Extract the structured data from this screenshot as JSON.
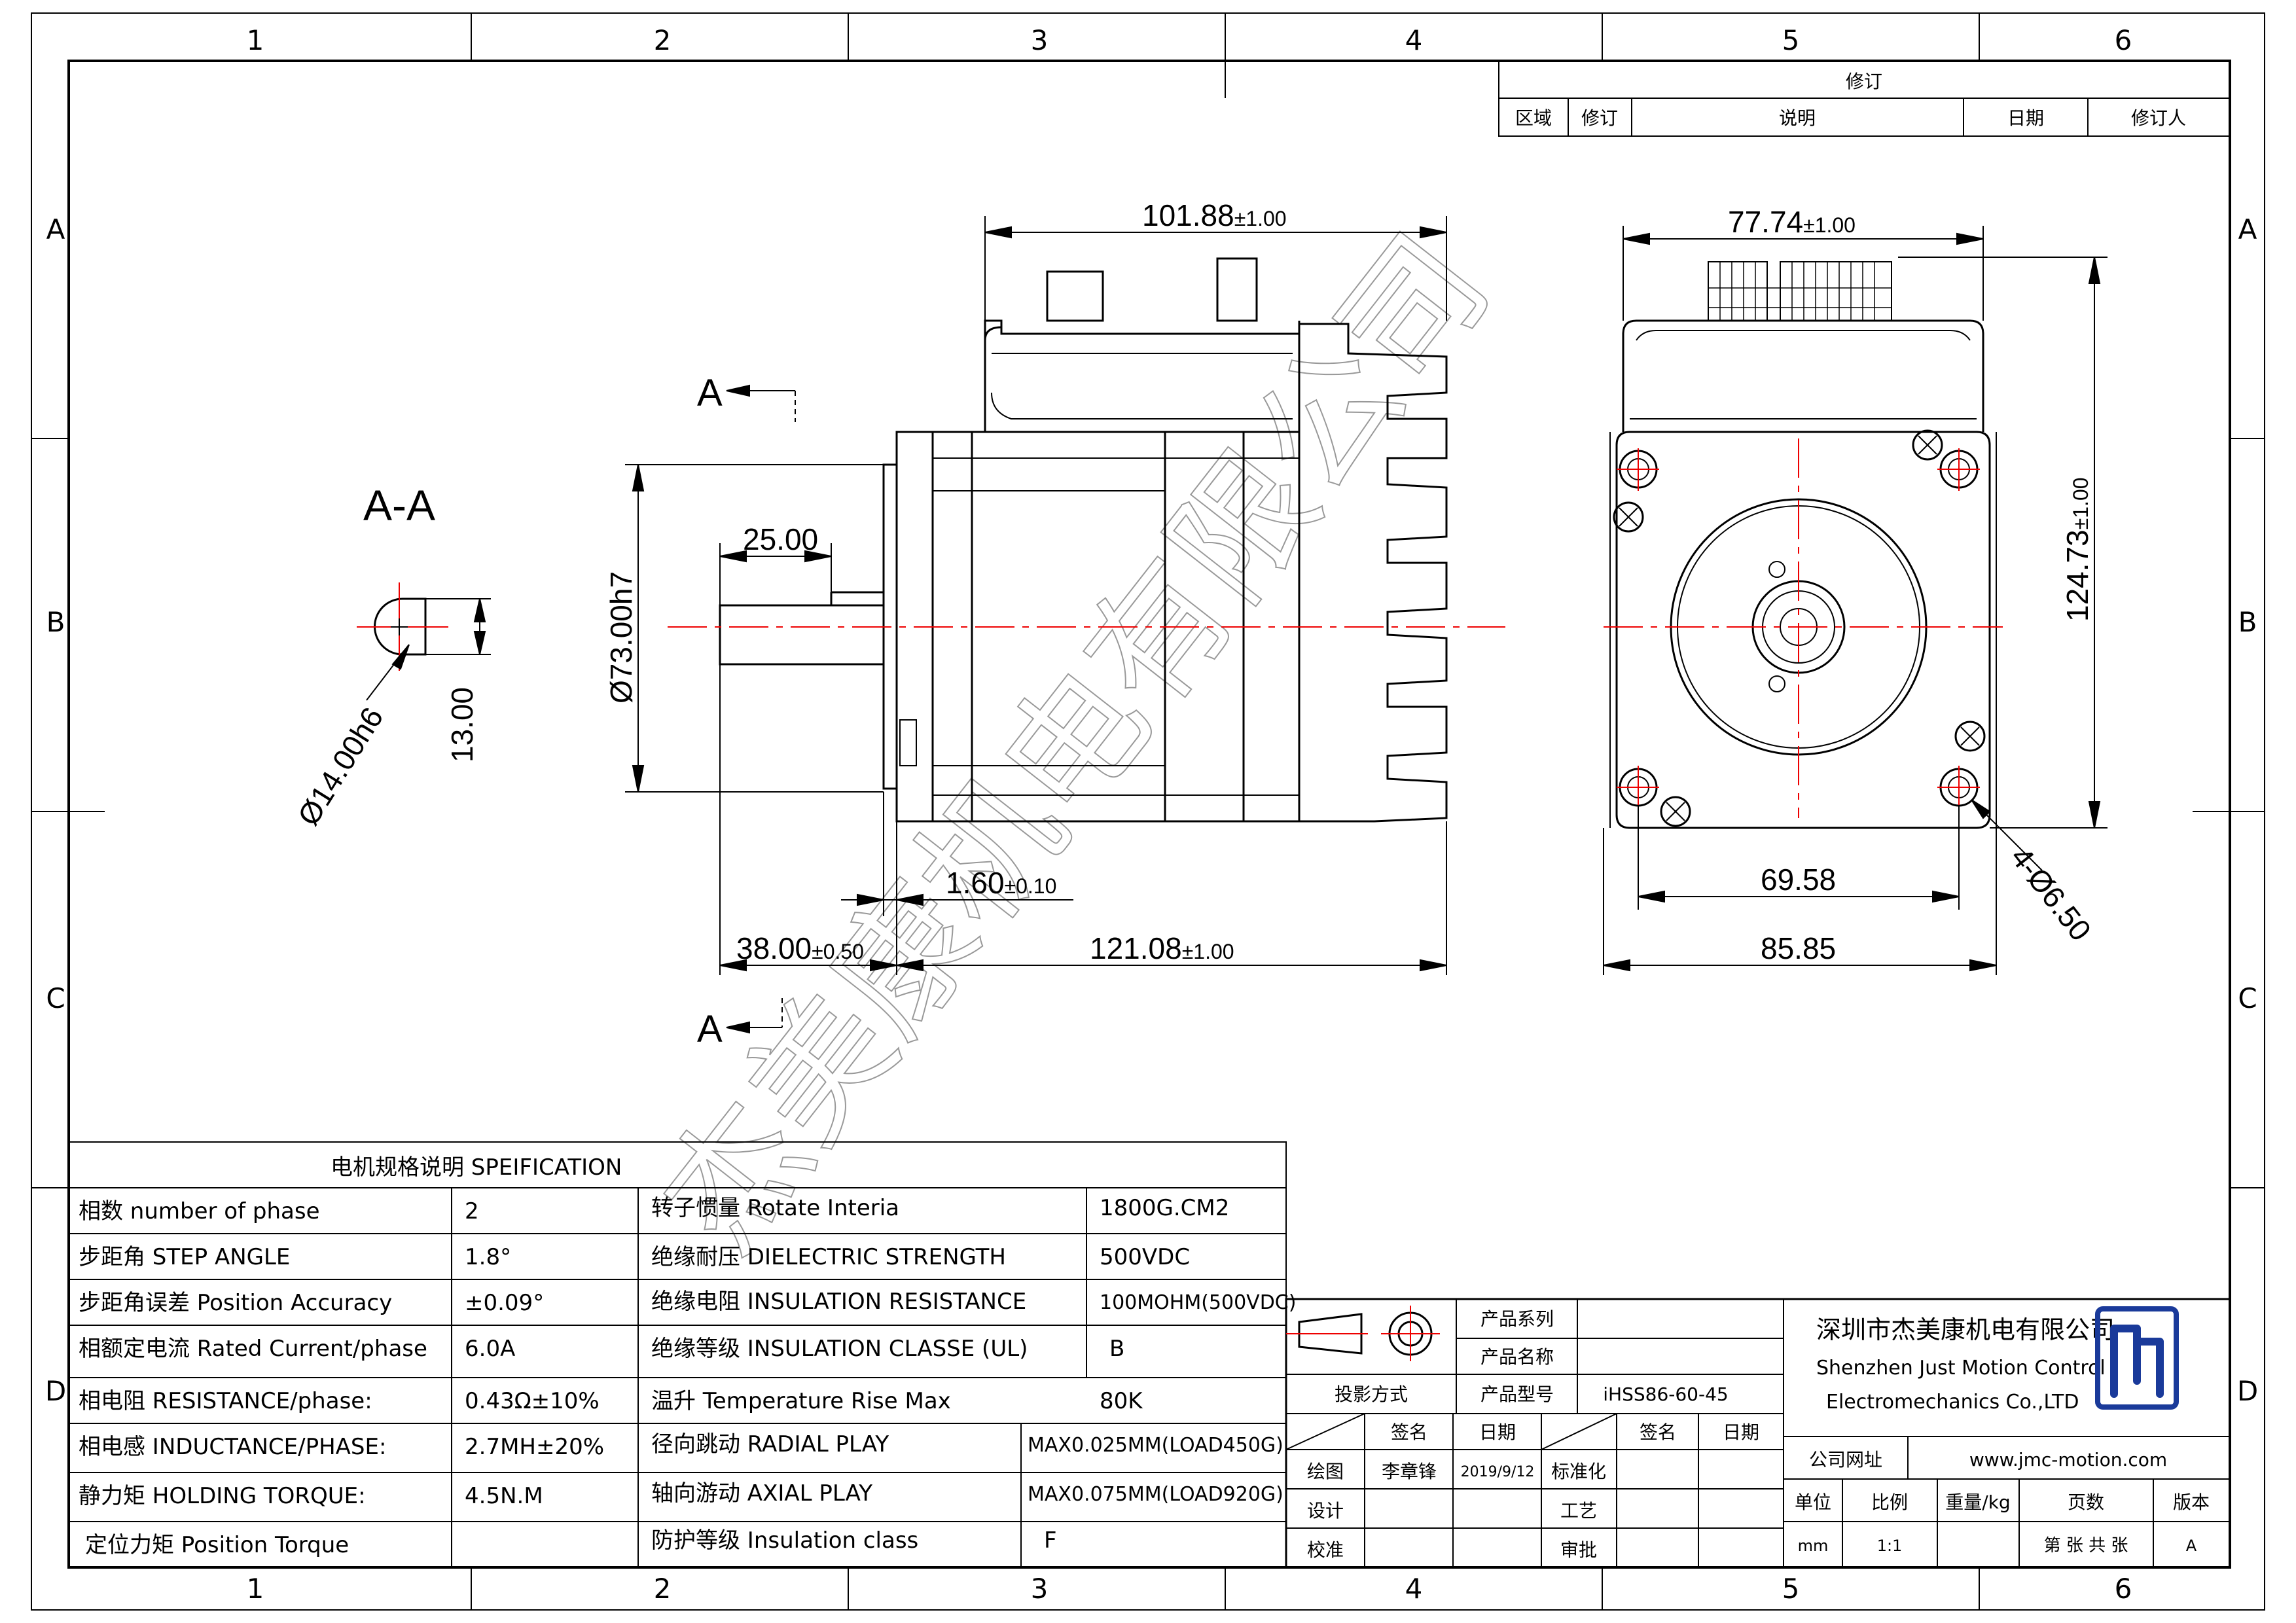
{
  "sheet": {
    "zones_h": [
      "1",
      "2",
      "3",
      "4",
      "5",
      "6"
    ],
    "zones_v": [
      "A",
      "B",
      "C",
      "D"
    ]
  },
  "revision": {
    "title": "修订",
    "headers": [
      "区域",
      "修订",
      "说明",
      "日期",
      "修订人"
    ]
  },
  "front_view": {
    "top_length": "101.88",
    "top_length_tol": "±1.00",
    "shaft_flat": "25.00",
    "flange_dia": "Ø73.00h7",
    "flange_thk": "1.60",
    "flange_thk_tol": "±0.10",
    "shaft_len": "38.00",
    "shaft_len_tol": "±0.50",
    "body_len": "121.08",
    "body_len_tol": "±1.00",
    "section_marker": "A"
  },
  "section_view": {
    "title": "A-A",
    "shaft_dia": "Ø14.00h6",
    "flat_height": "13.00"
  },
  "side_view": {
    "width_top": "77.74",
    "width_top_tol": "±1.00",
    "height": "124.73",
    "height_tol": "±1.00",
    "hole_spacing": "69.58",
    "flange_width": "85.85",
    "holes": "4-Ø6.50"
  },
  "watermark": "杰美康机电有限公司",
  "spec_table": {
    "title": "电机规格说明 SPEIFICATION",
    "rows": [
      {
        "l_label": "相数 number of phase",
        "l_value": "2",
        "r_label": "转子惯量 Rotate Interia",
        "r_value": "1800G.CM2"
      },
      {
        "l_label": "步距角 STEP ANGLE",
        "l_value": "1.8°",
        "r_label": "绝缘耐压 DIELECTRIC STRENGTH",
        "r_value": "500VDC"
      },
      {
        "l_label": "步距角误差 Position Accuracy",
        "l_value": "±0.09°",
        "r_label": "绝缘电阻 INSULATION RESISTANCE",
        "r_value": "100MOHM(500VDC)"
      },
      {
        "l_label": "相额定电流 Rated Current/phase",
        "l_value": "6.0A",
        "r_label": "绝缘等级 INSULATION CLASSE (UL)",
        "r_value": "B"
      },
      {
        "l_label": "相电阻 RESISTANCE/phase:",
        "l_value": "0.43Ω±10%",
        "r_label": "温升 Temperature Rise Max",
        "r_value": "80K"
      },
      {
        "l_label": "相电感 INDUCTANCE/PHASE:",
        "l_value": "2.7MH±20%",
        "r_label": "径向跳动 RADIAL PLAY",
        "r_value": "MAX0.025MM(LOAD450G)"
      },
      {
        "l_label": "静力矩 HOLDING TORQUE:",
        "l_value": "4.5N.M",
        "r_label": "轴向游动 AXIAL PLAY",
        "r_value": "MAX0.075MM(LOAD920G)"
      },
      {
        "l_label": "定位力矩 Position Torque",
        "l_value": "",
        "r_label": "防护等级 Insulation class",
        "r_value": "F"
      }
    ]
  },
  "title_block": {
    "product_series": "产品系列",
    "product_name": "产品名称",
    "projection": "投影方式",
    "product_model": "产品型号",
    "model_value": "iHSS86-60-45",
    "sign": "签名",
    "date": "日期",
    "drawn": "绘图",
    "drawn_by": "李章锋",
    "drawn_date": "2019/9/12",
    "standard": "标准化",
    "design": "设计",
    "process": "工艺",
    "check": "校准",
    "approve": "审批",
    "company_cn": "深圳市杰美康机电有限公司",
    "company_en1": "Shenzhen Just Motion Control",
    "company_en2": "Electromechanics Co.,LTD",
    "website_label": "公司网址",
    "website": "www.jmc-motion.com",
    "unit_label": "单位",
    "unit": "mm",
    "scale_label": "比例",
    "scale": "1:1",
    "weight_label": "重量/kg",
    "pages_label": "页数",
    "pages": "第 张 共 张",
    "version_label": "版本",
    "version": "A",
    "logo_color": "#1a3a9a"
  }
}
